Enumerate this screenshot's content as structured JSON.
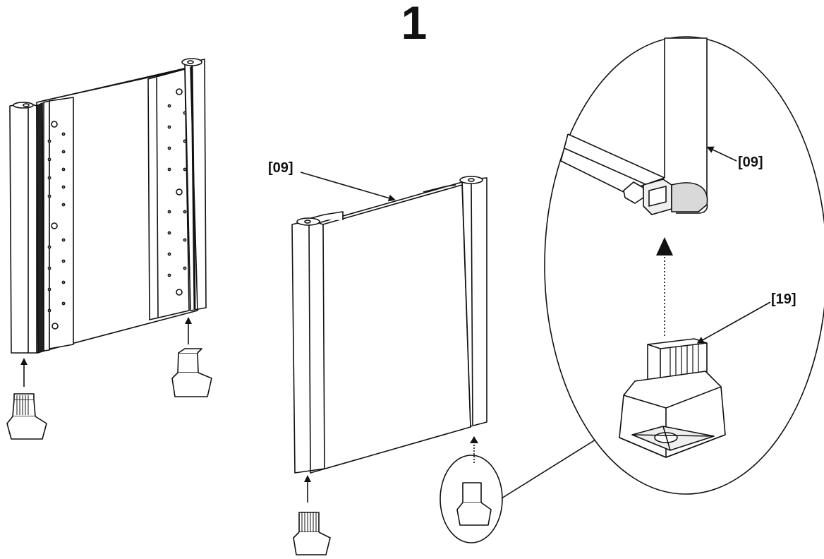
{
  "step": {
    "number": "1"
  },
  "labels": {
    "panel_part": "[09]",
    "detail_part": "[09]",
    "foot_part": "[19]"
  },
  "colors": {
    "line": "#111111",
    "fill": "#ffffff",
    "shade": "#d9d9d9",
    "light_shade": "#efefef"
  }
}
